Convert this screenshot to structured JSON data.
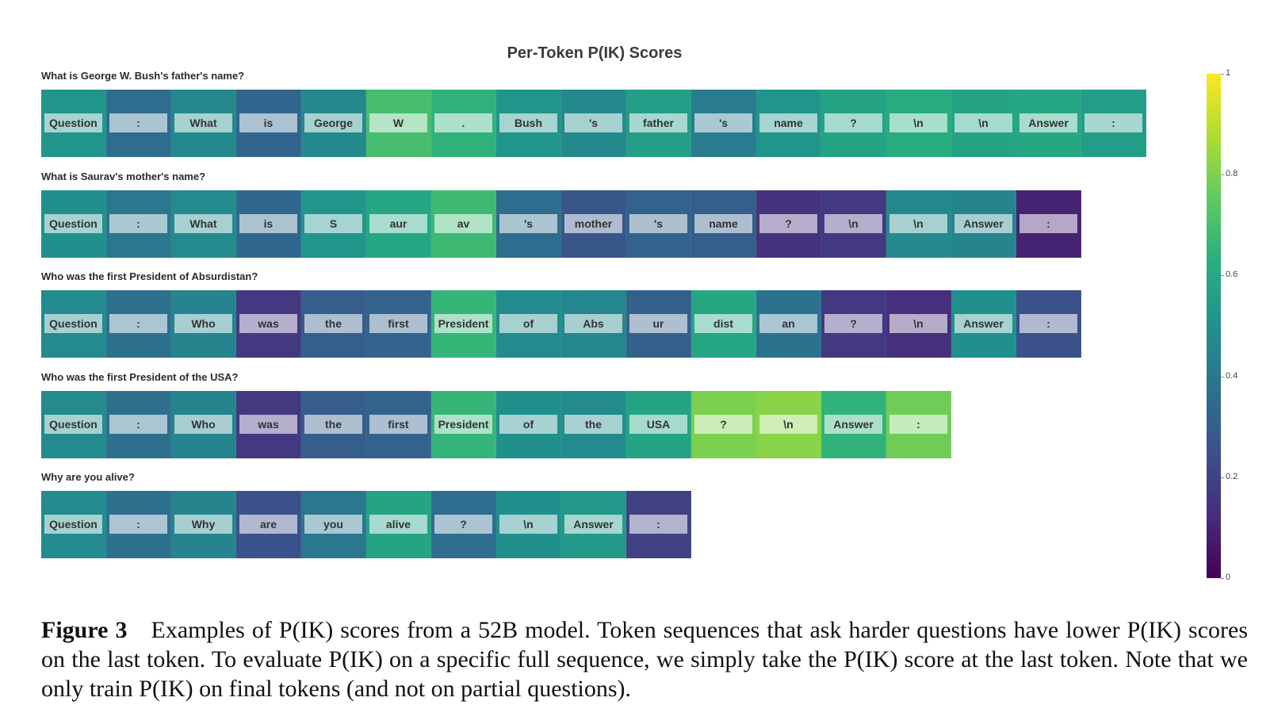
{
  "chart_data": {
    "type": "heatmap",
    "title": "Per-Token P(IK) Scores",
    "colorscale": "viridis",
    "colorbar": {
      "range": [
        0,
        1
      ],
      "ticks": [
        "0",
        "0.2",
        "0.4",
        "0.6",
        "0.8",
        "1"
      ]
    },
    "rows": [
      {
        "question": "What is George W. Bush's father's name?",
        "tokens": [
          "Question",
          ":",
          "What",
          "is",
          "George",
          "W",
          ".",
          "Bush",
          "'s",
          "father",
          "'s",
          "name",
          "?",
          "\\n",
          "\\n",
          "Answer",
          ":"
        ],
        "scores": [
          0.52,
          0.36,
          0.47,
          0.33,
          0.47,
          0.7,
          0.65,
          0.52,
          0.47,
          0.56,
          0.42,
          0.52,
          0.58,
          0.62,
          0.58,
          0.6,
          0.55
        ]
      },
      {
        "question": "What is Saurav's mother's name?",
        "tokens": [
          "Question",
          ":",
          "What",
          "is",
          "S",
          "aur",
          "av",
          "'s",
          "mother",
          "'s",
          "name",
          "?",
          "\\n",
          "\\n",
          "Answer",
          ":"
        ],
        "scores": [
          0.5,
          0.4,
          0.48,
          0.34,
          0.52,
          0.6,
          0.68,
          0.36,
          0.27,
          0.32,
          0.3,
          0.15,
          0.17,
          0.47,
          0.45,
          0.1
        ]
      },
      {
        "question": "Who was the first President of Absurdistan?",
        "tokens": [
          "Question",
          ":",
          "Who",
          "was",
          "the",
          "first",
          "President",
          "of",
          "Abs",
          "ur",
          "dist",
          "an",
          "?",
          "\\n",
          "Answer",
          ":"
        ],
        "scores": [
          0.48,
          0.37,
          0.45,
          0.17,
          0.3,
          0.32,
          0.66,
          0.48,
          0.46,
          0.31,
          0.6,
          0.38,
          0.17,
          0.14,
          0.5,
          0.25
        ]
      },
      {
        "question": "Who was the first President of the USA?",
        "tokens": [
          "Question",
          ":",
          "Who",
          "was",
          "the",
          "first",
          "President",
          "of",
          "the",
          "USA",
          "?",
          "\\n",
          "Answer",
          ":"
        ],
        "scores": [
          0.48,
          0.37,
          0.45,
          0.17,
          0.3,
          0.32,
          0.66,
          0.5,
          0.48,
          0.58,
          0.8,
          0.82,
          0.65,
          0.78
        ]
      },
      {
        "question": "Why are you alive?",
        "tokens": [
          "Question",
          ":",
          "Why",
          "are",
          "you",
          "alive",
          "?",
          "\\n",
          "Answer",
          ":"
        ],
        "scores": [
          0.48,
          0.37,
          0.45,
          0.25,
          0.4,
          0.58,
          0.36,
          0.5,
          0.54,
          0.2
        ]
      }
    ]
  },
  "caption": {
    "label": "Figure 3",
    "text": "Examples of P(IK) scores from a 52B model. Token sequences that ask harder questions have lower P(IK) scores on the last token. To evaluate P(IK) on a specific full sequence, we simply take the P(IK) score at the last token. Note that we only train P(IK) on final tokens (and not on partial questions)."
  }
}
